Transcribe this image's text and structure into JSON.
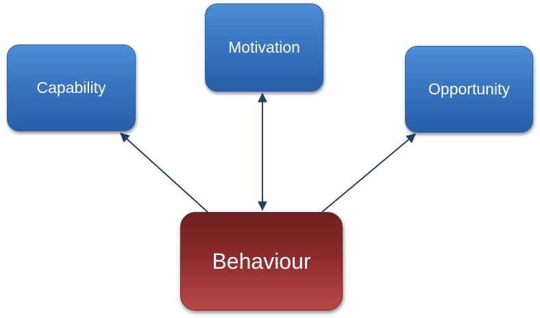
{
  "diagram": {
    "nodes": {
      "capability": "Capability",
      "motivation": "Motivation",
      "opportunity": "Opportunity",
      "behaviour": "Behaviour"
    },
    "colors": {
      "determinant_box": "#3a78c4",
      "behaviour_box": "#8c2b2b",
      "arrow": "#233f6b"
    }
  }
}
